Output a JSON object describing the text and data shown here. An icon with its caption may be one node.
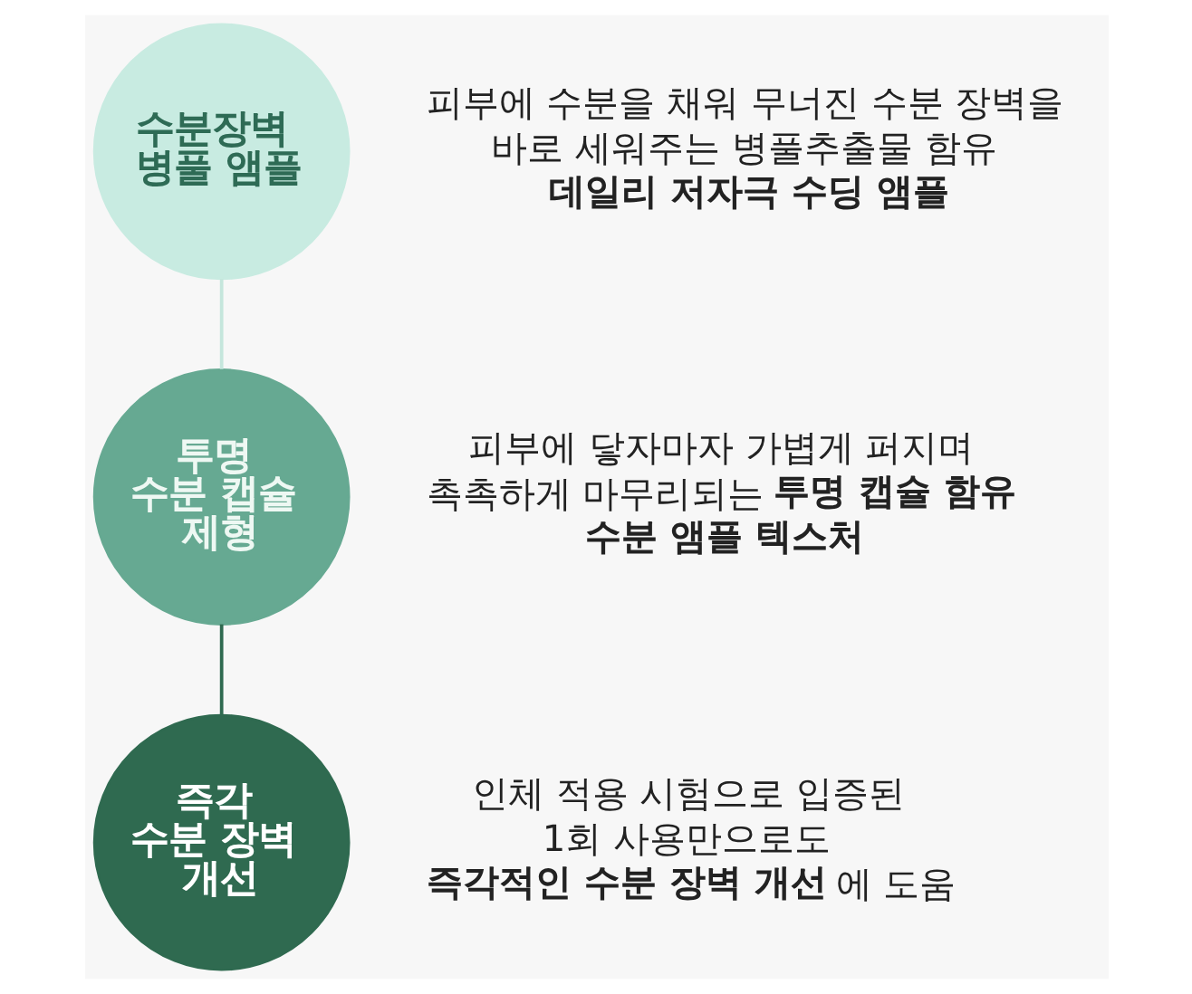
{
  "diagram": {
    "nodes": [
      {
        "text": [
          "수분장벽 병풀 앰플"
        ],
        "beside": [
          "피부에 수분을 채워 무너진 수분 장벽을 바로 세워주는 병풀추출물 함유 **데일리 저자극 수딩 앰플**"
        ]
      },
      {
        "text": [
          "투명 수분 캡슐 제형"
        ],
        "beside": [
          "피부에 닿자마자 가볍게 퍼지며 촉촉하게 마무리되는 **투명 캡슐 함유 수분 앰플 텍스처**"
        ]
      },
      {
        "text": [
          "즉각 수분 장벽 개선"
        ],
        "beside": [
          "인체 적용 시험으로 입증된 1회 사용만으로도 **즉각적인 수분 장벽 개선**에 도움"
        ]
      }
    ],
    "edges": [
      {
        "from": 0,
        "to": 1,
        "arrow": "none",
        "color": "#c5e6dc"
      },
      {
        "from": 1,
        "to": 2,
        "arrow": "none",
        "color": "#2f6a50"
      }
    ]
  }
}
